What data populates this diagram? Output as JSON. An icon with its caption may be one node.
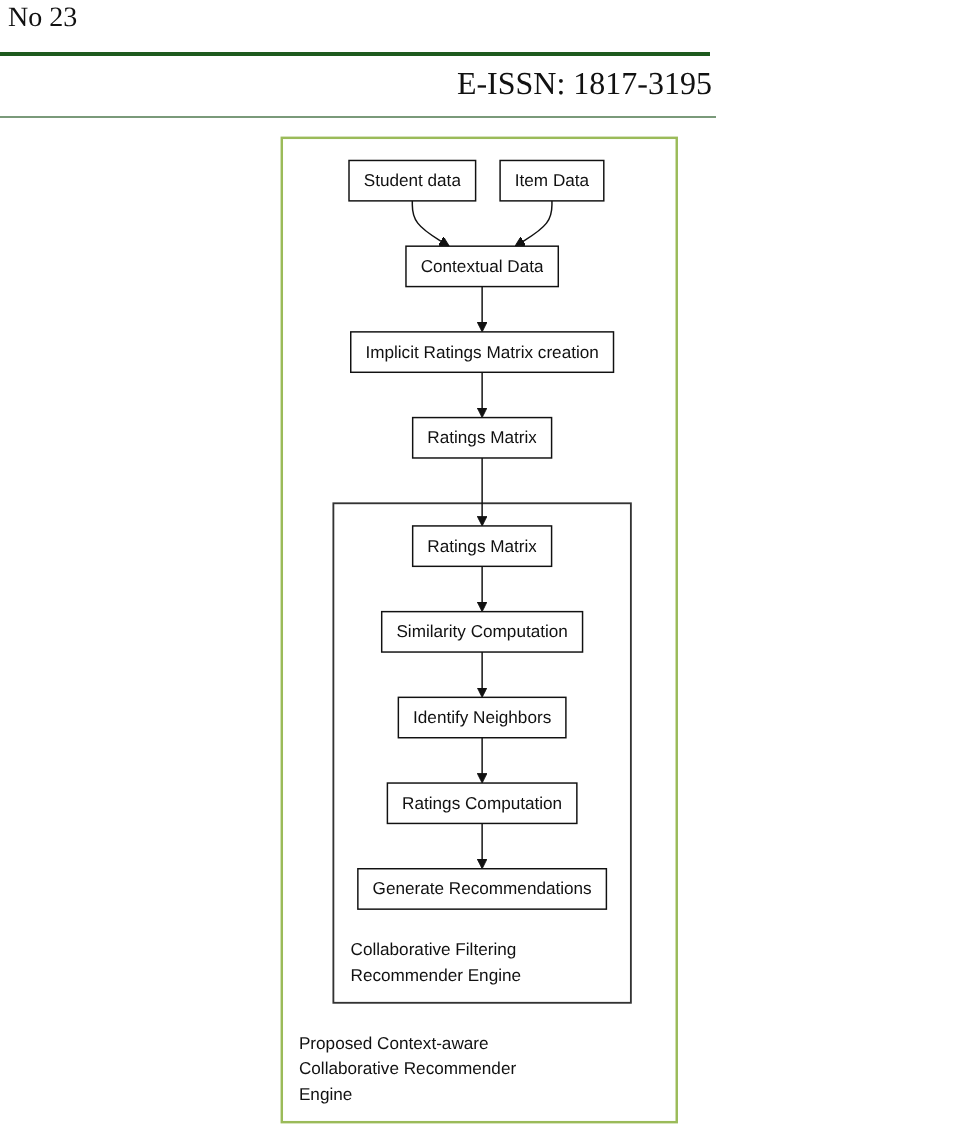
{
  "diagram": {
    "nodes": [
      {
        "text": [
          "Proposed Context-aware Collaborative Recommender Engine"
        ]
      },
      {
        "text": [
          "Student data"
        ],
        "in": 0
      },
      {
        "text": [
          "Item Data"
        ],
        "in": 0
      },
      {
        "text": [
          "Contextual Data"
        ],
        "in": 0
      },
      {
        "text": [
          "Implicit Ratings Matrix creation"
        ],
        "in": 0
      },
      {
        "text": [
          "Ratings Matrix"
        ],
        "in": 0
      },
      {
        "text": [
          "Collaborative Filtering Recommender Engine"
        ],
        "in": 0
      },
      {
        "text": [
          "Ratings Matrix"
        ],
        "in": 6
      },
      {
        "text": [
          "Similarity Computation"
        ],
        "in": 6
      },
      {
        "text": [
          "Identify Neighbors"
        ],
        "in": 6
      },
      {
        "text": [
          "Ratings Computation"
        ],
        "in": 6
      },
      {
        "text": [
          "Generate Recommendations"
        ],
        "in": 6
      }
    ],
    "edges": [
      {
        "from": 1,
        "to": 3,
        "arrow": "to"
      },
      {
        "from": 2,
        "to": 3,
        "arrow": "to"
      },
      {
        "from": 3,
        "to": 4,
        "arrow": "to"
      },
      {
        "from": 4,
        "to": 5,
        "arrow": "to"
      },
      {
        "from": 5,
        "to": 7,
        "arrow": "to"
      },
      {
        "from": 7,
        "to": 8,
        "arrow": "to"
      },
      {
        "from": 8,
        "to": 9,
        "arrow": "to"
      },
      {
        "from": 9,
        "to": 10,
        "arrow": "to"
      },
      {
        "from": 10,
        "to": 11,
        "arrow": "to"
      }
    ],
    "labels": [
      "No 23",
      "E-ISSN: 1817-3195"
    ]
  }
}
